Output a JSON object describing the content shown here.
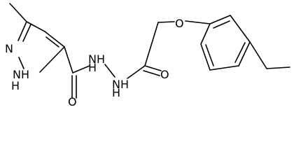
{
  "molecule": {
    "atoms": {
      "N_pyrazole": "N",
      "NH_pyrazole": "NH",
      "H_pyrazole": "H",
      "NH_hydrazide_1": "NH",
      "H_hydrazide_1": "H",
      "NH_hydrazide_2": "NH",
      "H_hydrazide_2": "H",
      "O_carbonyl_1": "O",
      "O_carbonyl_2": "O",
      "O_ether": "O"
    }
  }
}
